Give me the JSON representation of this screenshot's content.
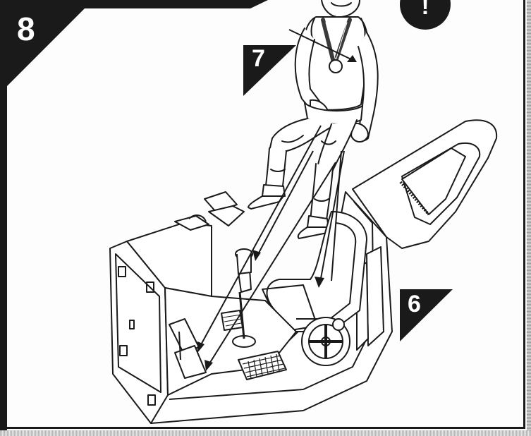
{
  "steps": {
    "main": "8",
    "sub_a": "7",
    "sub_b": "6"
  },
  "alert_badge": {
    "symbol": "!"
  },
  "icons": [
    "warning-icon",
    "pointer-arrow"
  ],
  "colors": {
    "ink": "#1a1a1a",
    "paper": "#ffffff"
  }
}
